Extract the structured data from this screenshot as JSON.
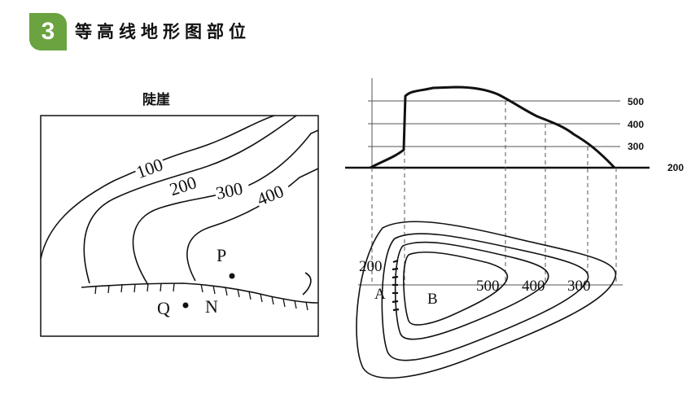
{
  "header": {
    "section_number": "3",
    "title": "等高线地形图部位"
  },
  "left_map": {
    "caption": "陡崖",
    "contour_labels": [
      "100",
      "200",
      "300",
      "400"
    ],
    "points": [
      "P",
      "Q",
      "N"
    ]
  },
  "right_figure": {
    "profile_axis_labels": [
      "500",
      "400",
      "300",
      "200"
    ],
    "map_contour_labels": [
      "200",
      "500",
      "400",
      "300"
    ],
    "map_points": [
      "A",
      "B"
    ]
  },
  "colors": {
    "accent": "#6aa33f",
    "line": "#111111"
  }
}
